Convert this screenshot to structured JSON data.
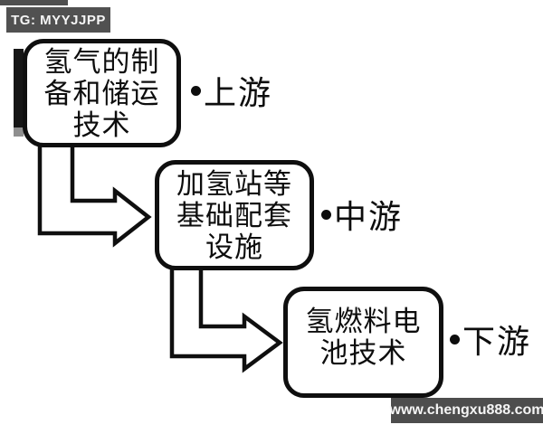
{
  "watermarks": {
    "telegram_badge": "TG: MYYJJPP",
    "site_badge": "www.chengxu888.com"
  },
  "diagram": {
    "title": "",
    "nodes": [
      {
        "box_lines": [
          "氢气的制",
          "备和储运",
          "技术"
        ],
        "full_text": "氢气的制备和储运技术",
        "stage_label": "上游"
      },
      {
        "box_lines": [
          "加氢站等",
          "基础配套",
          "设施"
        ],
        "full_text": "加氢站等基础配套设施",
        "stage_label": "中游"
      },
      {
        "box_lines": [
          "氢燃料电",
          "池技术"
        ],
        "full_text": "氢燃料电池技术",
        "stage_label": "下游"
      }
    ]
  },
  "colors": {
    "outline": "#0f0f0f",
    "badge_bg": "#515151",
    "background": "#ffffff"
  }
}
